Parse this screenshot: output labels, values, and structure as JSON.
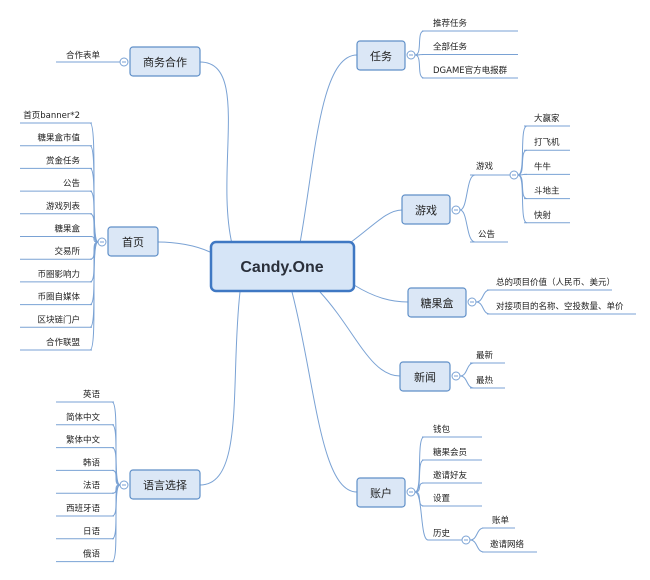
{
  "center": {
    "label": "Candy.One"
  },
  "branches": {
    "business": {
      "label": "商务合作",
      "items": [
        "合作表单"
      ]
    },
    "home": {
      "label": "首页",
      "items": [
        "首页banner*2",
        "糖果盒市值",
        "赏金任务",
        "公告",
        "游戏列表",
        "糖果盒",
        "交易所",
        "币圈影响力",
        "币圈自媒体",
        "区块链门户",
        "合作联盟"
      ]
    },
    "language": {
      "label": "语言选择",
      "items": [
        "英语",
        "简体中文",
        "繁体中文",
        "韩语",
        "法语",
        "西班牙语",
        "日语",
        "俄语"
      ]
    },
    "tasks": {
      "label": "任务",
      "items": [
        "推荐任务",
        "全部任务",
        "DGAME官方电报群"
      ]
    },
    "games": {
      "label": "游戏",
      "sub": {
        "label": "游戏",
        "items": [
          "大赢家",
          "打飞机",
          "牛牛",
          "斗地主",
          "快射"
        ]
      },
      "notice": "公告"
    },
    "candybox": {
      "label": "糖果盒",
      "items": [
        "总的项目价值（人民币、美元）",
        "对接项目的名称、空投数量、单价"
      ]
    },
    "news": {
      "label": "新闻",
      "items": [
        "最新",
        "最热"
      ]
    },
    "account": {
      "label": "账户",
      "items": [
        "钱包",
        "糖果会员",
        "邀请好友",
        "设置"
      ],
      "history": {
        "label": "历史",
        "items": [
          "账单",
          "邀请网络"
        ]
      }
    }
  }
}
